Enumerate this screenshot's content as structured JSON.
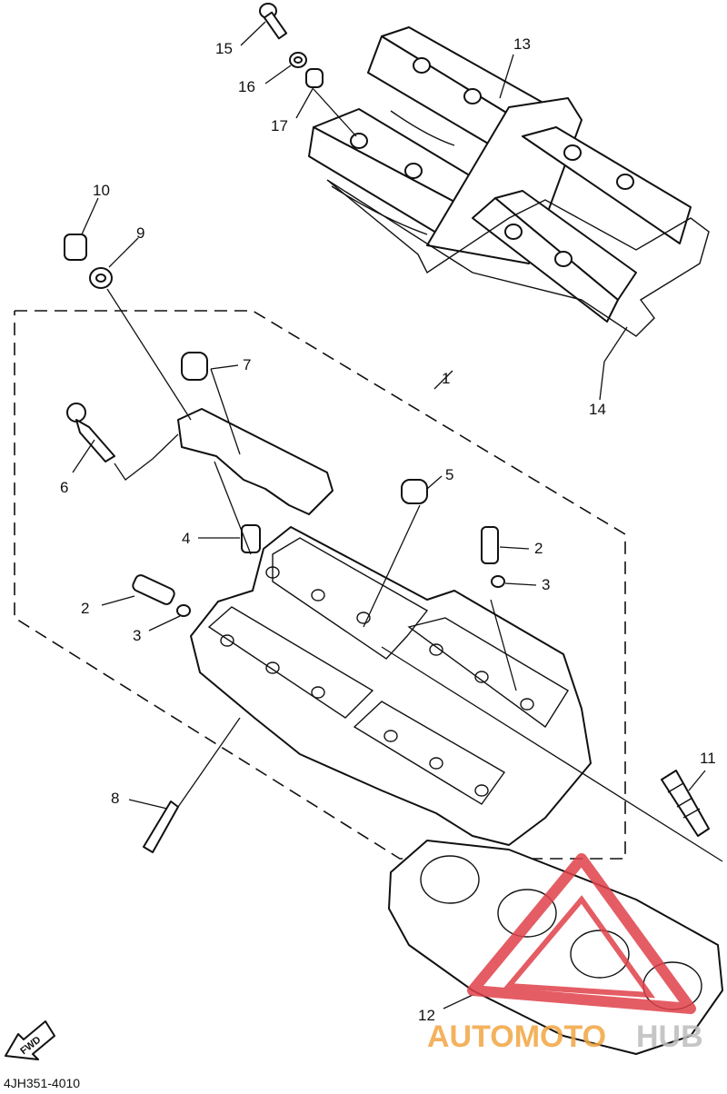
{
  "diagram_code": "4JH351-4010",
  "fwd_label": "FWD",
  "watermark": {
    "text_left": "AUTOMOTO",
    "text_right": "HUB",
    "color_main": "#f2a541",
    "color_right": "#bdbdbd",
    "logo_color": "#e0414a"
  },
  "callouts": {
    "c1": "1",
    "c2a": "2",
    "c2b": "2",
    "c3a": "3",
    "c3b": "3",
    "c4": "4",
    "c5": "5",
    "c6": "6",
    "c7": "7",
    "c8": "8",
    "c9": "9",
    "c10": "10",
    "c11": "11",
    "c12": "12",
    "c13": "13",
    "c14": "14",
    "c15": "15",
    "c16": "16",
    "c17": "17"
  }
}
